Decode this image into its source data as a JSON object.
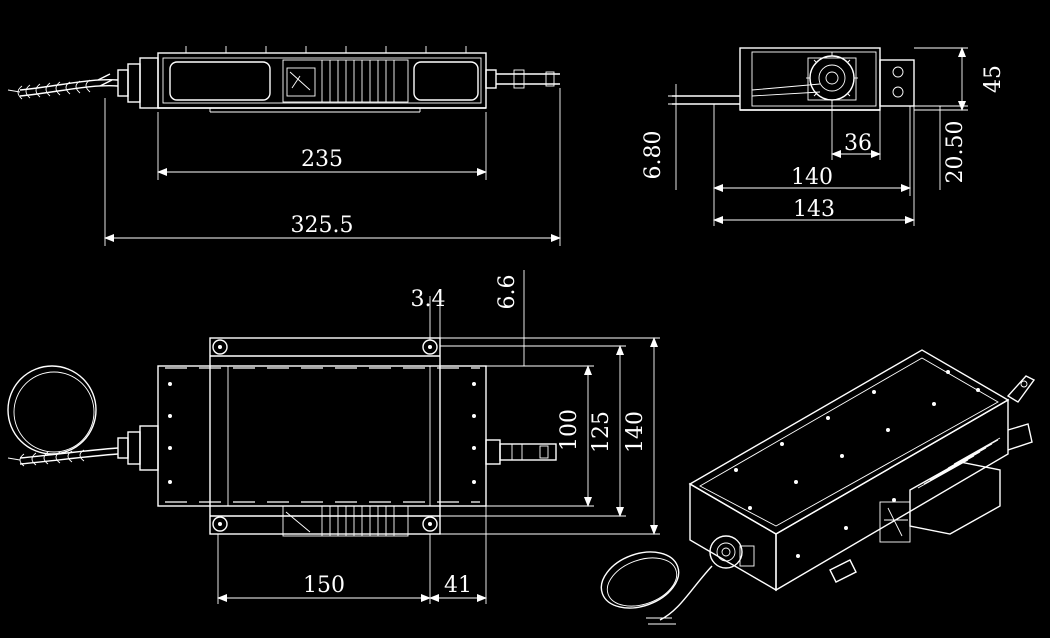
{
  "drawing": {
    "background": "#000000",
    "line_color": "#ffffff",
    "views": {
      "side": {
        "dim_inner": "235",
        "dim_outer": "325.5"
      },
      "end": {
        "dim_height": "45",
        "dim_mid": "20.50",
        "dim_low": "6.80",
        "dim_36": "36",
        "dim_140": "140",
        "dim_143": "143"
      },
      "top": {
        "dim_3_4": "3.4",
        "dim_6_6": "6.6",
        "dim_100": "100",
        "dim_125": "125",
        "dim_140": "140",
        "dim_150": "150",
        "dim_41": "41"
      },
      "iso": {}
    }
  }
}
